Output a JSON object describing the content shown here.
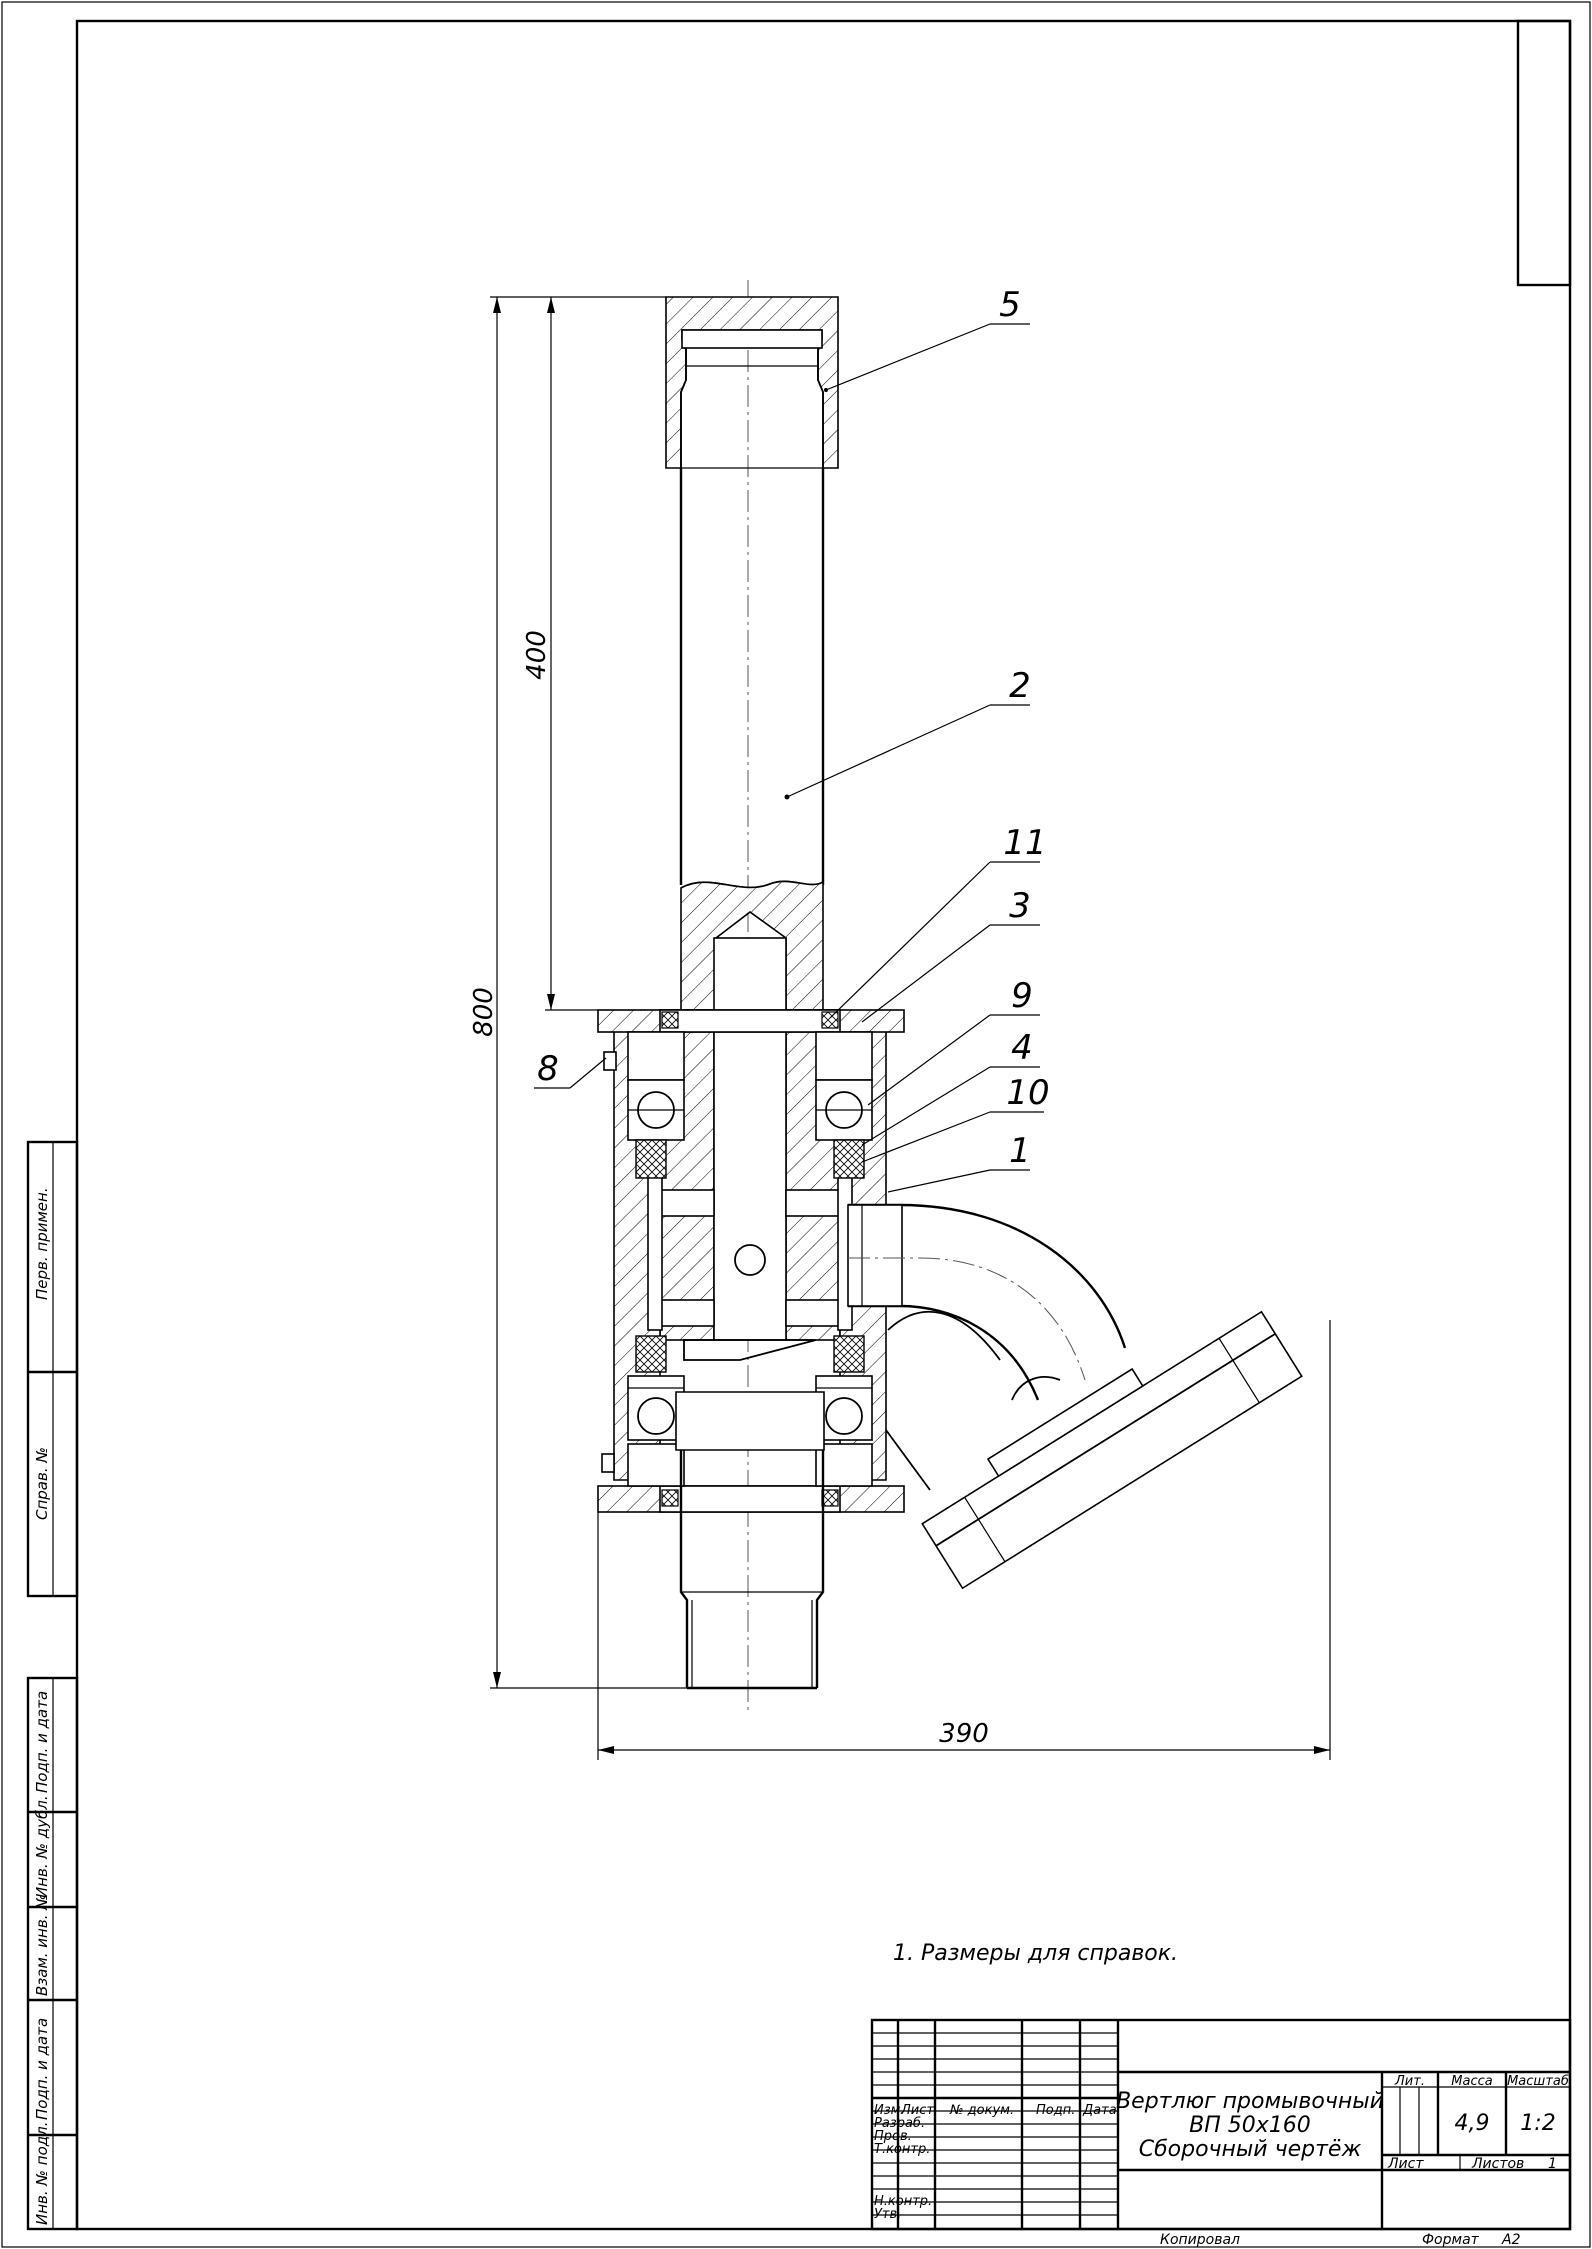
{
  "drawing": {
    "dimensions": {
      "overall_height": "800",
      "upper_height": "400",
      "overall_width": "390"
    },
    "callouts": [
      "5",
      "2",
      "11",
      "3",
      "9",
      "4",
      "10",
      "1",
      "8"
    ],
    "note": "1. Размеры для справок."
  },
  "side_stamp": {
    "labels": [
      "Перв. примен.",
      "Справ. №",
      "Подп. и дата",
      "Инв. № дубл.",
      "Взам. инв. №",
      "Подп. и дата",
      "Инв. № подл."
    ]
  },
  "title_block": {
    "headers": {
      "izm": "Изм.",
      "list": "Лист",
      "doc_no": "№ докум.",
      "sign": "Подп.",
      "date": "Дата"
    },
    "roles": [
      "Разраб.",
      "Пров.",
      "Т.контр.",
      "Н.контр.",
      "Утв."
    ],
    "title_line1": "Вертлюг промывочный",
    "title_line2": "ВП 50х160",
    "title_line3": "Сборочный чертёж",
    "lit_label": "Лит.",
    "mass_label": "Масса",
    "scale_label": "Масштаб",
    "mass_value": "4,9",
    "scale_value": "1:2",
    "sheet_label": "Лист",
    "sheets_label": "Листов",
    "sheets_value": "1"
  },
  "footer": {
    "copied": "Копировал",
    "format_label": "Формат",
    "format_value": "А2"
  }
}
